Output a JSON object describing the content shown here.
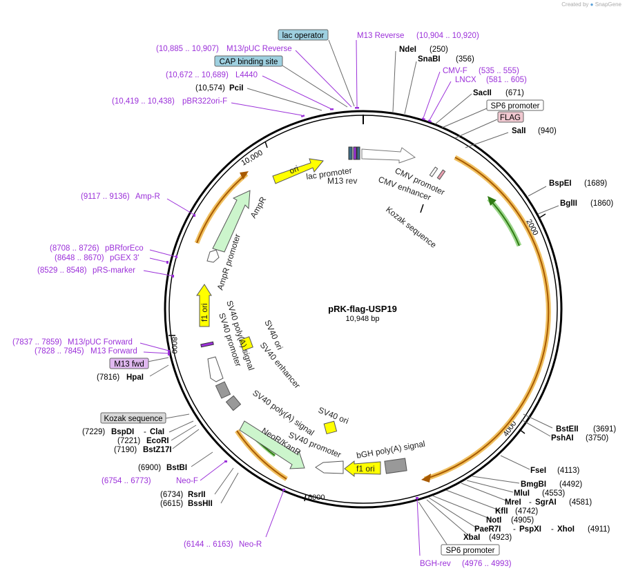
{
  "brand": {
    "created_by": "Created by",
    "app": "SnapGene"
  },
  "plasmid": {
    "name": "pRK-flag-USP19",
    "length": "10,948 bp"
  },
  "ticks": [
    "10,000",
    "2000",
    "4000",
    "6000",
    "8000"
  ],
  "boxed_labels": {
    "lac_operator": "lac operator",
    "cap_site": "CAP binding site",
    "sp6_top": "SP6 promoter",
    "flag": "FLAG",
    "kozak": "Kozak sequence",
    "sp6_bottom": "SP6 promoter",
    "m13_fwd": "M13 fwd"
  },
  "primers": {
    "m13rev": {
      "range": "(10,904 .. 10,920)",
      "name": "M13 Reverse"
    },
    "m13puc_rev": {
      "range": "(10,885 .. 10,907)",
      "name": "M13/pUC Reverse"
    },
    "l4440": {
      "range": "(10,672 .. 10,689)",
      "name": "L4440"
    },
    "pbr322": {
      "range": "(10,419 .. 10,438)",
      "name": "pBR322ori-F"
    },
    "cmvf": {
      "name": "CMV-F",
      "range": "(535 .. 555)"
    },
    "lncx": {
      "name": "LNCX",
      "range": "(581 .. 605)"
    },
    "ampr": {
      "range": "(9117 .. 9136)",
      "name": "Amp-R"
    },
    "pbrforeco": {
      "range": "(8708 .. 8726)",
      "name": "pBRforEco"
    },
    "pgex": {
      "range": "(8648 .. 8670)",
      "name": "pGEX 3'"
    },
    "prs": {
      "range": "(8529 .. 8548)",
      "name": "pRS-marker"
    },
    "m13puc_fwd": {
      "range": "(7837 .. 7859)",
      "name": "M13/pUC Forward"
    },
    "m13fwd": {
      "range": "(7828 .. 7845)",
      "name": "M13 Forward"
    },
    "neof": {
      "range": "(6754 .. 6773)",
      "name": "Neo-F"
    },
    "neor": {
      "range": "(6144 .. 6163)",
      "name": "Neo-R"
    },
    "bghrev": {
      "name": "BGH-rev",
      "range": "(4976 .. 4993)"
    }
  },
  "enzymes": {
    "ndei": {
      "name": "NdeI",
      "pos": "(250)"
    },
    "snabi": {
      "name": "SnaBI",
      "pos": "(356)"
    },
    "sacii": {
      "name": "SacII",
      "pos": "(671)"
    },
    "sali": {
      "name": "SalI",
      "pos": "(940)"
    },
    "pcii": {
      "pos": "(10,574)",
      "name": "PciI"
    },
    "bspei": {
      "name": "BspEI",
      "pos": "(1689)"
    },
    "bglii": {
      "name": "BglII",
      "pos": "(1860)"
    },
    "bsteii": {
      "name": "BstEII",
      "pos": "(3691)"
    },
    "pshai": {
      "name": "PshAI",
      "pos": "(3750)"
    },
    "fsei": {
      "name": "FseI",
      "pos": "(4113)"
    },
    "bmgbi": {
      "name": "BmgBI",
      "pos": "(4492)"
    },
    "mlui": {
      "name": "MluI",
      "pos": "(4553)"
    },
    "mrei": {
      "name": "MreI",
      "sep": "-",
      "name2": "SgrAI",
      "pos": "(4581)"
    },
    "kfli": {
      "name": "KflI",
      "pos": "(4742)"
    },
    "noti": {
      "name": "NotI",
      "pos": "(4905)"
    },
    "paer7i": {
      "name": "PaeR7I",
      "sep": "-",
      "name2": "PspXI",
      "sep2": "-",
      "name3": "XhoI",
      "pos": "(4911)"
    },
    "xbai": {
      "name": "XbaI",
      "pos": "(4923)"
    },
    "hpai": {
      "pos": "(7816)",
      "name": "HpaI"
    },
    "bspdi": {
      "pos": "(7229)",
      "name": "BspDI",
      "sep": "-",
      "name2": "ClaI"
    },
    "ecori": {
      "pos": "(7221)",
      "name": "EcoRI"
    },
    "bstz17i": {
      "pos": "(7190)",
      "name": "BstZ17I"
    },
    "bstbi": {
      "pos": "(6900)",
      "name": "BstBI"
    },
    "rsrii": {
      "pos": "(6734)",
      "name": "RsrII"
    },
    "bsshii": {
      "pos": "(6615)",
      "name": "BssHII"
    }
  },
  "features": {
    "lac_promoter": "lac promoter",
    "m13_rev": "M13 rev",
    "cmv_promoter": "CMV promoter",
    "cmv_enhancer": "CMV enhancer",
    "kozak_inner": "Kozak sequence",
    "ori": "ori",
    "ampr": "AmpR",
    "ampr_promoter": "AmpR promoter",
    "f1_ori": "f1 ori",
    "sv40_polya_a": "SV40 poly(A) signal",
    "sv40_promoter_a": "SV40 promoter",
    "sv40_ori_a": "SV40 ori",
    "sv40_enhancer": "SV40 enhancer",
    "sv40_ori_b": "SV40 ori",
    "sv40_polya_b": "SV40 poly(A) signal",
    "sv40_promoter_b": "SV40 promoter",
    "neor_kanr": "NeoR/KanR",
    "f1_ori_b": "f1 ori",
    "bgh_polya": "bGH poly(A) signal"
  },
  "colors": {
    "primer": "#9b30d9",
    "ori": "#ffff00",
    "ampr": "#ccf5cc",
    "orange": "#e08a20",
    "green": "#3a9a1a"
  }
}
